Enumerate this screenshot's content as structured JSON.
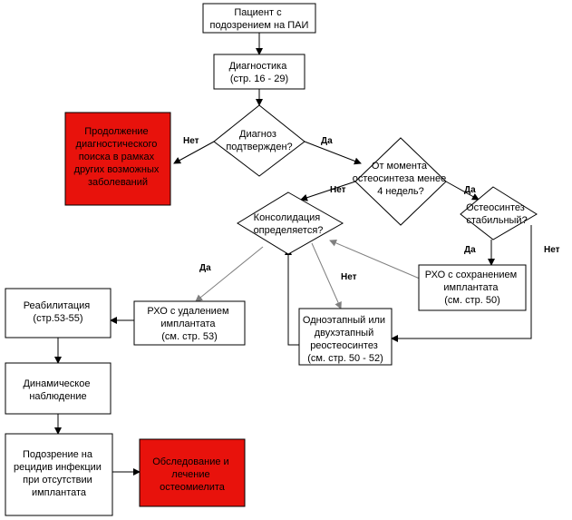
{
  "colors": {
    "red_fill": "#e8120c",
    "dark_line": "#000000",
    "gray_line": "#7f7f7f"
  },
  "nodes": {
    "patient": [
      "Пациент с",
      "подозрением на ПАИ"
    ],
    "diagnostics": [
      "Диагностика",
      "(стр.  16 - 29)"
    ],
    "continue_search": [
      "Продолжение",
      "диагностического",
      "поиска в рамках",
      "других возможных",
      "заболеваний"
    ],
    "diagnosis_confirmed": [
      "Диагноз",
      "подтвержден?"
    ],
    "less_4_weeks": [
      "От момента",
      "остеосинтеза менее",
      "4 недель?"
    ],
    "osteosynthesis_stable": [
      "Остеосинтез",
      "стабильный?"
    ],
    "consolidation": [
      "Консолидация",
      "определяется?"
    ],
    "rho_keep": [
      "РХО с сохранением",
      "имплантата",
      "(см. стр.  50)"
    ],
    "rho_remove": [
      "РХО с удалением",
      "имплантата",
      "(см. стр. 53)"
    ],
    "reosteosynthesis": [
      "Одноэтапный или",
      "двухэтапный",
      "реостеосинтез",
      "(см. стр. 50  - 52)"
    ],
    "rehabilitation": [
      "Реабилитация",
      "(стр.53-55)"
    ],
    "observation": [
      "Динамическое",
      "наблюдение"
    ],
    "relapse_suspicion": [
      "Подозрение на",
      "рецидив инфекции",
      "при отсутствии",
      "имплантата"
    ],
    "osteomyelitis": [
      "Обследование и",
      "лечение",
      "остеомиелита"
    ]
  },
  "labels": {
    "no_diagnosis": "Нет",
    "yes_diagnosis": "Да",
    "no_4weeks": "Нет",
    "yes_4weeks": "Да",
    "yes_stable": "Да",
    "no_stable": "Нет",
    "yes_consolidation": "Да",
    "no_consolidation": "Нет"
  }
}
